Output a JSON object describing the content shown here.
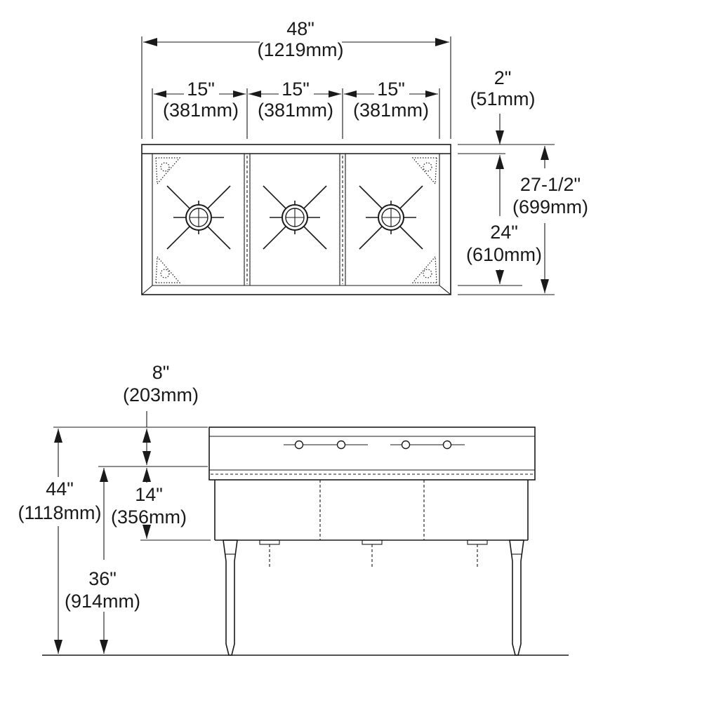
{
  "plan_view": {
    "overall_width": {
      "imperial": "48\"",
      "metric": "(1219mm)"
    },
    "bowl_width_1": {
      "imperial": "15\"",
      "metric": "(381mm)"
    },
    "bowl_width_2": {
      "imperial": "15\"",
      "metric": "(381mm)"
    },
    "bowl_width_3": {
      "imperial": "15\"",
      "metric": "(381mm)"
    },
    "backsplash_depth": {
      "imperial": "2\"",
      "metric": "(51mm)"
    },
    "overall_depth": {
      "imperial": "27-1/2\"",
      "metric": "(699mm)"
    },
    "bowl_depth": {
      "imperial": "24\"",
      "metric": "(610mm)"
    }
  },
  "elevation_view": {
    "backsplash_height": {
      "imperial": "8\"",
      "metric": "(203mm)"
    },
    "overall_height": {
      "imperial": "44\"",
      "metric": "(1118mm)"
    },
    "bowl_height": {
      "imperial": "14\"",
      "metric": "(356mm)"
    },
    "work_height": {
      "imperial": "36\"",
      "metric": "(914mm)"
    }
  }
}
